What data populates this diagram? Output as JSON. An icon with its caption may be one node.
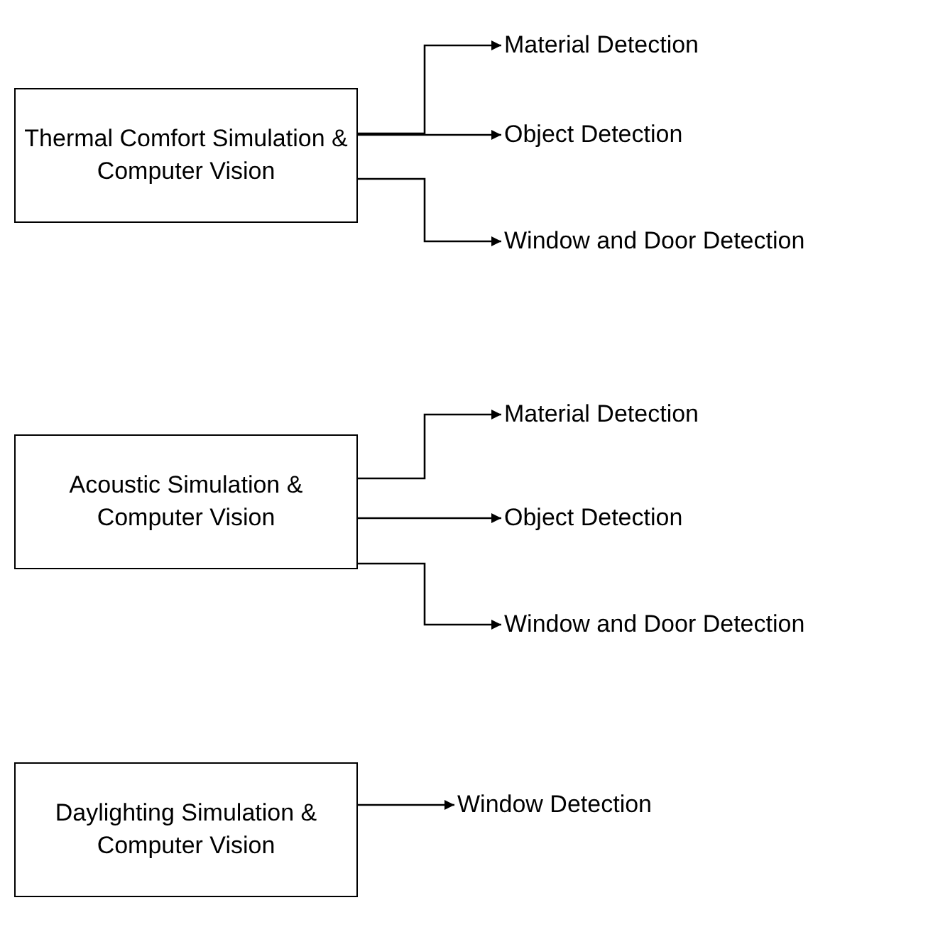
{
  "diagram": {
    "nodes": [
      {
        "text": [
          "Thermal Comfort Simulation & Computer Vision"
        ]
      },
      {
        "text": [
          "Material Detection"
        ]
      },
      {
        "text": [
          "Object Detection"
        ]
      },
      {
        "text": [
          "Window and Door Detection"
        ]
      },
      {
        "text": [
          "Acoustic Simulation & Computer Vision"
        ]
      },
      {
        "text": [
          "Material Detection"
        ]
      },
      {
        "text": [
          "Object Detection"
        ]
      },
      {
        "text": [
          "Window and Door Detection"
        ]
      },
      {
        "text": [
          "Daylighting Simulation & Computer Vision"
        ]
      },
      {
        "text": [
          "Window Detection"
        ]
      }
    ],
    "edges": [
      {
        "from": 0,
        "to": 1,
        "arrow": "to"
      },
      {
        "from": 0,
        "to": 2,
        "arrow": "to"
      },
      {
        "from": 0,
        "to": 3,
        "arrow": "to"
      },
      {
        "from": 4,
        "to": 5,
        "arrow": "to"
      },
      {
        "from": 4,
        "to": 6,
        "arrow": "to"
      },
      {
        "from": 4,
        "to": 7,
        "arrow": "to"
      },
      {
        "from": 8,
        "to": 9,
        "arrow": "to"
      }
    ]
  }
}
